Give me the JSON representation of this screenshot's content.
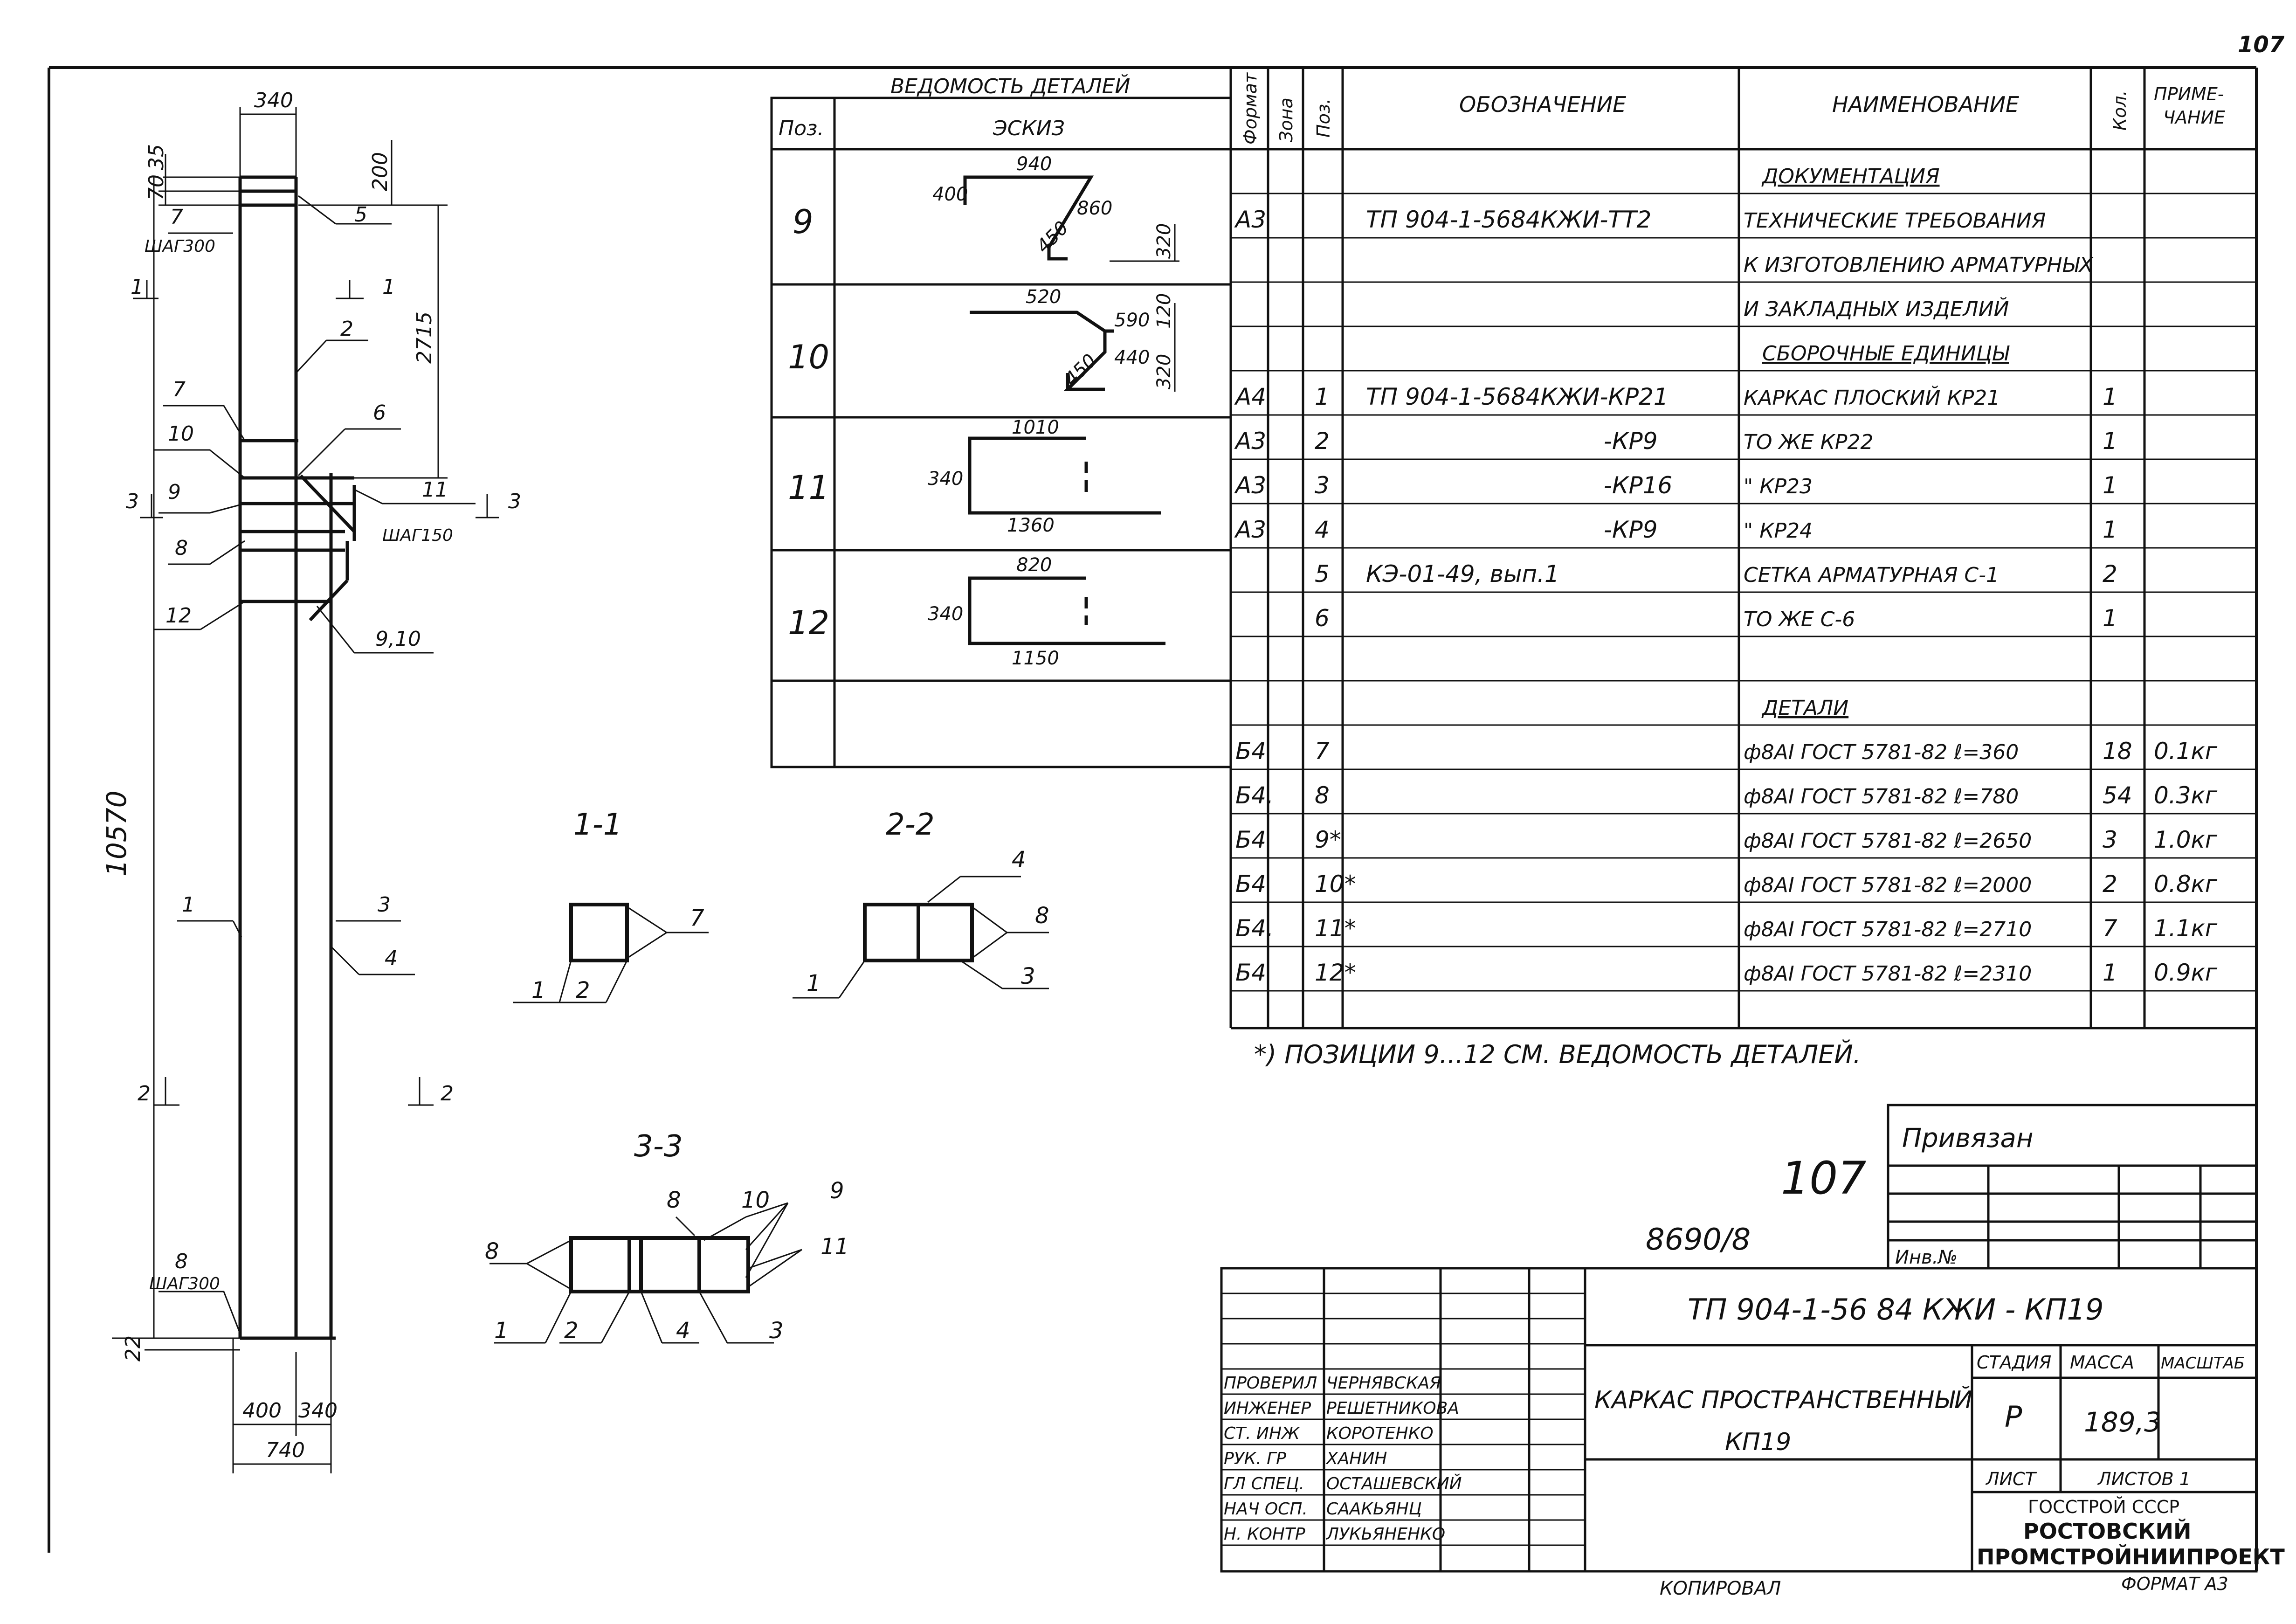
{
  "sheet": {
    "page_number": "107",
    "drawing_code": "ТП 904-1-56 84 КЖИ - КП19",
    "inventory_number": "8690/8",
    "large_page_number": "107",
    "copied_by": "КОПИРОВАЛ",
    "format": "ФОРМАТ А3"
  },
  "details_schedule": {
    "title": "ВЕДОМОСТЬ ДЕТАЛЕЙ",
    "header_pos": "Поз.",
    "header_sketch": "ЭСКИЗ",
    "rows": [
      {
        "pos": "9",
        "dims": [
          "940",
          "400",
          "860",
          "450",
          "320"
        ]
      },
      {
        "pos": "10",
        "dims": [
          "520",
          "590",
          "120",
          "440",
          "450",
          "320"
        ]
      },
      {
        "pos": "11",
        "dims": [
          "1010",
          "340",
          "1360"
        ]
      },
      {
        "pos": "12",
        "dims": [
          "820",
          "340",
          "1150"
        ]
      }
    ]
  },
  "spec": {
    "headers": {
      "format": "Формат",
      "zone": "Зона",
      "pos": "Поз.",
      "designation": "ОБОЗНАЧЕНИЕ",
      "name": "НАИМЕНОВАНИЕ",
      "qty": "Кол.",
      "note": "ПРИМЕ-ЧАНИЕ"
    },
    "rows": [
      {
        "format": "",
        "pos": "",
        "designation": "",
        "name": "ДОКУМЕНТАЦИЯ",
        "qty": "",
        "note": "",
        "section": true
      },
      {
        "format": "А3",
        "pos": "",
        "designation": "ТП 904-1-5684КЖИ-ТТ2",
        "name": "ТЕХНИЧЕСКИЕ ТРЕБОВАНИЯ",
        "qty": "",
        "note": ""
      },
      {
        "format": "",
        "pos": "",
        "designation": "",
        "name": "К ИЗГОТОВЛЕНИЮ АРМАТУРНЫХ",
        "qty": "",
        "note": ""
      },
      {
        "format": "",
        "pos": "",
        "designation": "",
        "name": "И ЗАКЛАДНЫХ ИЗДЕЛИЙ",
        "qty": "",
        "note": ""
      },
      {
        "format": "",
        "pos": "",
        "designation": "",
        "name": "СБОРОЧНЫЕ ЕДИНИЦЫ",
        "qty": "",
        "note": "",
        "section": true
      },
      {
        "format": "А4",
        "pos": "1",
        "designation": "ТП 904-1-5684КЖИ-КР21",
        "name": "КАРКАС ПЛОСКИЙ КР21",
        "qty": "1",
        "note": ""
      },
      {
        "format": "А3",
        "pos": "2",
        "designation": "-КР9",
        "name": "ТО ЖЕ КР22",
        "qty": "1",
        "note": ""
      },
      {
        "format": "А3",
        "pos": "3",
        "designation": "-КР16",
        "name": "\" КР23",
        "qty": "1",
        "note": ""
      },
      {
        "format": "А3",
        "pos": "4",
        "designation": "-КР9",
        "name": "\" КР24",
        "qty": "1",
        "note": ""
      },
      {
        "format": "",
        "pos": "5",
        "designation": "КЭ-01-49, вып.1",
        "name": "СЕТКА АРМАТУРНАЯ С-1",
        "qty": "2",
        "note": ""
      },
      {
        "format": "",
        "pos": "6",
        "designation": "",
        "name": "ТО ЖЕ С-6",
        "qty": "1",
        "note": ""
      },
      {
        "format": "",
        "pos": "",
        "designation": "",
        "name": "",
        "qty": "",
        "note": ""
      },
      {
        "format": "",
        "pos": "",
        "designation": "",
        "name": "ДЕТАЛИ",
        "qty": "",
        "note": "",
        "section": true
      },
      {
        "format": "Б4",
        "pos": "7",
        "designation": "",
        "name": "ф8АI ГОСТ 5781-82 ℓ=360",
        "qty": "18",
        "note": "0.1кг"
      },
      {
        "format": "Б4.",
        "pos": "8",
        "designation": "",
        "name": "ф8АI ГОСТ 5781-82 ℓ=780",
        "qty": "54",
        "note": "0.3кг"
      },
      {
        "format": "Б4",
        "pos": "9*",
        "designation": "",
        "name": "ф8АI ГОСТ 5781-82 ℓ=2650",
        "qty": "3",
        "note": "1.0кг"
      },
      {
        "format": "Б4",
        "pos": "10*",
        "designation": "",
        "name": "ф8АI ГОСТ 5781-82 ℓ=2000",
        "qty": "2",
        "note": "0.8кг"
      },
      {
        "format": "Б4.",
        "pos": "11*",
        "designation": "",
        "name": "ф8АI ГОСТ 5781-82 ℓ=2710",
        "qty": "7",
        "note": "1.1кг"
      },
      {
        "format": "Б4",
        "pos": "12*",
        "designation": "",
        "name": "ф8АI ГОСТ 5781-82 ℓ=2310",
        "qty": "1",
        "note": "0.9кг"
      }
    ],
    "footnote": "*) ПОЗИЦИИ 9...12 СМ. ВЕДОМОСТЬ ДЕТАЛЕЙ."
  },
  "binding_table": {
    "title": "Привязан",
    "inv": "Инв.№"
  },
  "title_block": {
    "code": "ТП 904-1-56 84 КЖИ - КП19",
    "name_line1": "КАРКАС ПРОСТРАНСТВЕННЫЙ",
    "name_line2": "КП19",
    "stage_label": "СТАДИЯ",
    "mass_label": "МАССА",
    "scale_label": "МАСШТАБ",
    "stage": "Р",
    "mass": "189,3",
    "sheet_label": "ЛИСТ",
    "sheets_label": "ЛИСТОВ 1",
    "org1": "ГОССТРОЙ СССР",
    "org2": "РОСТОВСКИЙ",
    "org3": "ПРОМСТРОЙНИИПРОЕКТ",
    "signers": [
      {
        "role": "ПРОВЕРИЛ",
        "name": "ЧЕРНЯВСКАЯ"
      },
      {
        "role": "ИНЖЕНЕР",
        "name": "РЕШЕТНИКОВА"
      },
      {
        "role": "СТ. ИНЖ",
        "name": "КОРОТЕНКО"
      },
      {
        "role": "РУК. ГР",
        "name": "ХАНИН"
      },
      {
        "role": "ГЛ СПЕЦ.",
        "name": "ОСТАШЕВСКИЙ"
      },
      {
        "role": "НАЧ ОСП.",
        "name": "СААКЬЯНЦ"
      },
      {
        "role": "Н. КОНТР",
        "name": "ЛУКЬЯНЕНКО"
      }
    ]
  },
  "elevation": {
    "dim_top_width": "340",
    "dim_35": "35",
    "dim_70": "70",
    "dim_200": "200",
    "dim_2715": "2715",
    "dim_total_height": "10570",
    "dim_22": "22",
    "dim_400": "400",
    "dim_340b": "340",
    "dim_740": "740",
    "label_7": "7",
    "label_step300": "ШАГ300",
    "label_5": "5",
    "label_2": "2",
    "label_7b": "7",
    "label_6": "6",
    "label_10": "10",
    "label_9": "9",
    "label_8": "8",
    "label_11": "11",
    "label_step150": "ШАГ150",
    "label_12": "12",
    "label_910": "9,10",
    "label_1": "1",
    "label_3": "3",
    "label_4": "4",
    "label_8b": "8",
    "label_step300b": "ШАГ300",
    "cut_1": "1",
    "cut_2": "2",
    "cut_3": "3"
  },
  "sections": {
    "s11_title": "1-1",
    "s22_title": "2-2",
    "s33_title": "3-3",
    "s11_labels": [
      "1",
      "2",
      "7"
    ],
    "s22_labels": [
      "1",
      "4",
      "8",
      "3"
    ],
    "s33_labels": [
      "8",
      "8",
      "10",
      "9",
      "11",
      "1",
      "2",
      "4",
      "3"
    ]
  }
}
